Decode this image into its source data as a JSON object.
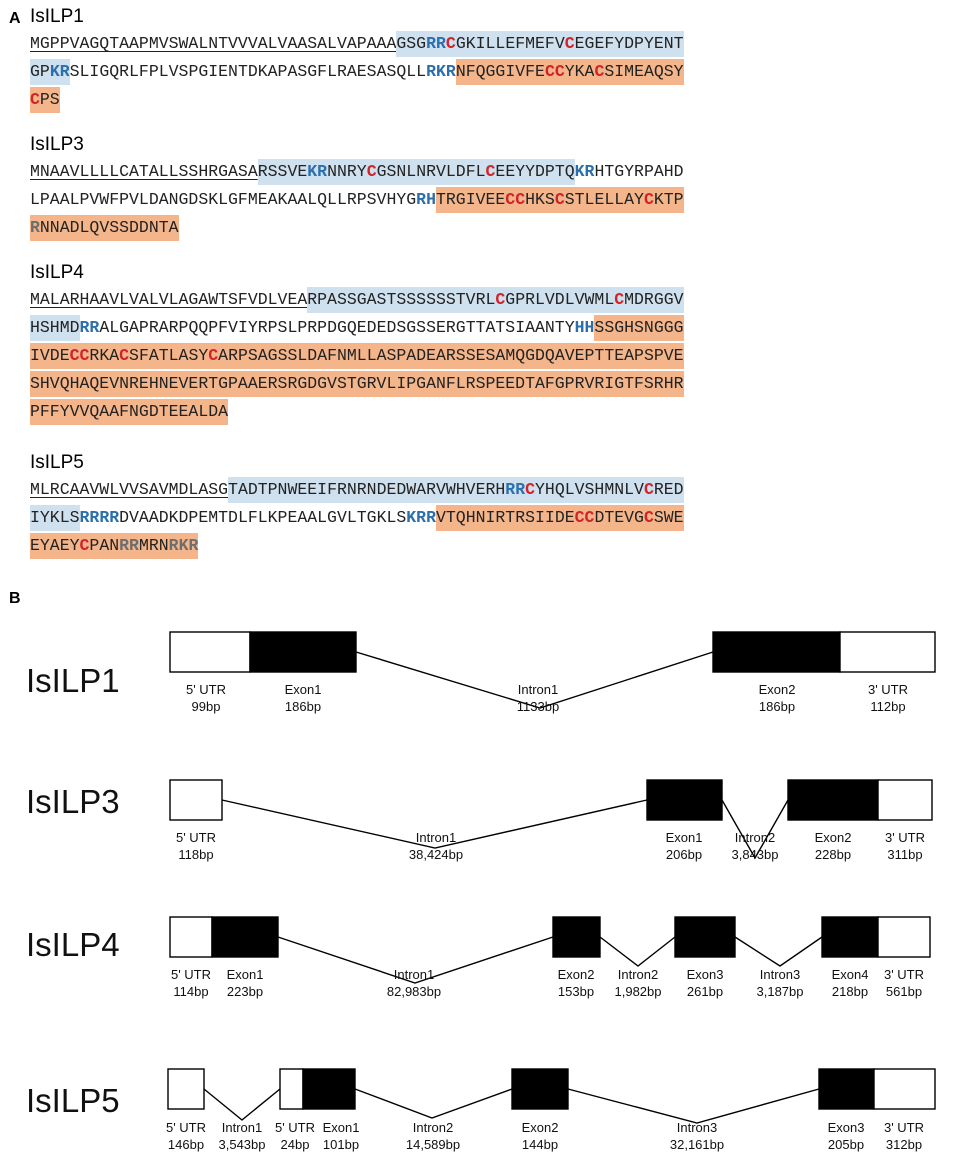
{
  "figure": {
    "panel_a_letter": "A",
    "panel_b_letter": "B"
  },
  "sequences": [
    {
      "name": "IsILP1",
      "lines": [
        [
          {
            "t": "MGPPVAGQTAAPMVSWALNTVVVALVAASALVAPAAA",
            "r": "sig"
          },
          {
            "t": "GSG",
            "r": "chainB"
          },
          {
            "t": "RR",
            "r": "chainB",
            "c": "bas"
          },
          {
            "t": "C",
            "r": "chainB",
            "c": "cys"
          },
          {
            "t": "GKILLEFMEFV",
            "r": "chainB"
          },
          {
            "t": "C",
            "r": "chainB",
            "c": "cys"
          },
          {
            "t": "EGEFYDPYENT",
            "r": "chainB"
          }
        ],
        [
          {
            "t": "GP",
            "r": "chainB"
          },
          {
            "t": "KR",
            "r": "chainB",
            "c": "bas"
          },
          {
            "t": "SLIGQRLFPLVSPGIENTDKAPASGFLRAESASQLL",
            "r": "link"
          },
          {
            "t": "RKR",
            "r": "link",
            "c": "bas"
          },
          {
            "t": "NFQGGIVFE",
            "r": "chainA"
          },
          {
            "t": "CC",
            "r": "chainA",
            "c": "cys"
          },
          {
            "t": "YKA",
            "r": "chainA"
          },
          {
            "t": "C",
            "r": "chainA",
            "c": "cys"
          },
          {
            "t": "SIMEAQSY",
            "r": "chainA"
          }
        ],
        [
          {
            "t": "C",
            "r": "chainA",
            "c": "cys"
          },
          {
            "t": "PS",
            "r": "chainA"
          }
        ]
      ]
    },
    {
      "name": "IsILP3",
      "lines": [
        [
          {
            "t": "MNAAVLLLLCATALLSSHRGASA",
            "r": "sig"
          },
          {
            "t": "RSSVE",
            "r": "chainB"
          },
          {
            "t": "KR",
            "r": "chainB",
            "c": "bas"
          },
          {
            "t": "NNRY",
            "r": "chainB"
          },
          {
            "t": "C",
            "r": "chainB",
            "c": "cys"
          },
          {
            "t": "GSNLNRVLDFL",
            "r": "chainB"
          },
          {
            "t": "C",
            "r": "chainB",
            "c": "cys"
          },
          {
            "t": "EEYYDPTQ",
            "r": "chainB"
          },
          {
            "t": "KR",
            "r": "link",
            "c": "bas"
          },
          {
            "t": "HTGYRPAHD",
            "r": "link"
          }
        ],
        [
          {
            "t": "LPAALPVWFPVLDANGDSKLGFMEAKAALQLLRPSVHYG",
            "r": "link"
          },
          {
            "t": "RH",
            "r": "link",
            "c": "bas"
          },
          {
            "t": "TRGIVEE",
            "r": "chainA"
          },
          {
            "t": "CC",
            "r": "chainA",
            "c": "cys"
          },
          {
            "t": "HKS",
            "r": "chainA"
          },
          {
            "t": "C",
            "r": "chainA",
            "c": "cys"
          },
          {
            "t": "STLELLAY",
            "r": "chainA"
          },
          {
            "t": "C",
            "r": "chainA",
            "c": "cys"
          },
          {
            "t": "KTP",
            "r": "chainA"
          }
        ],
        [
          {
            "t": "R",
            "r": "chainA",
            "c": "gry"
          },
          {
            "t": "NNADLQVSSDDNTA",
            "r": "chainA"
          }
        ]
      ]
    },
    {
      "name": "IsILP4",
      "lines": [
        [
          {
            "t": "MALARHAAVLVALVLAGAWTSFVDLVEA",
            "r": "sig"
          },
          {
            "t": "RPASSGASTSSSSSSTVRL",
            "r": "chainB"
          },
          {
            "t": "C",
            "r": "chainB",
            "c": "cys"
          },
          {
            "t": "GPRLVDLVWML",
            "r": "chainB"
          },
          {
            "t": "C",
            "r": "chainB",
            "c": "cys"
          },
          {
            "t": "MDRGGV",
            "r": "chainB"
          }
        ],
        [
          {
            "t": "HSHMD",
            "r": "chainB"
          },
          {
            "t": "RR",
            "r": "link",
            "c": "bas"
          },
          {
            "t": "ALGAPRARPQQPFVIYRPSLPRPDGQEDEDSGSSERGTTATSIAANTY",
            "r": "link"
          },
          {
            "t": "HH",
            "r": "link",
            "c": "bas"
          },
          {
            "t": "SSGHSNGGG",
            "r": "chainA"
          }
        ],
        [
          {
            "t": "IVDE",
            "r": "chainA"
          },
          {
            "t": "CC",
            "r": "chainA",
            "c": "cys"
          },
          {
            "t": "RKA",
            "r": "chainA"
          },
          {
            "t": "C",
            "r": "chainA",
            "c": "cys"
          },
          {
            "t": "SFATLASY",
            "r": "chainA"
          },
          {
            "t": "C",
            "r": "chainA",
            "c": "cys"
          },
          {
            "t": "ARPSAGSSLDAFNMLLASPADEARSSESAMQGDQAVEPTTEAPSPVE",
            "r": "chainA"
          }
        ],
        [
          {
            "t": "SHVQHAQEVNREHNEVERTGPAAERSRGDGVSTGRVLIPGANFLRSPEEDTAFGPRVRIGTFSRHR",
            "r": "chainA"
          }
        ],
        [
          {
            "t": "PFFYVVQAAFNGDTEEALDA",
            "r": "chainA"
          }
        ]
      ]
    },
    {
      "name": "IsILP5",
      "lines": [
        [
          {
            "t": "MLRCAAVWLVVSAVMDLASG",
            "r": "sig"
          },
          {
            "t": "TADTPNWEEIFRNRNDEDWARVWHVERH",
            "r": "chainB"
          },
          {
            "t": "RR",
            "r": "chainB",
            "c": "bas"
          },
          {
            "t": "C",
            "r": "chainB",
            "c": "cys"
          },
          {
            "t": "YHQLVSHMNLV",
            "r": "chainB"
          },
          {
            "t": "C",
            "r": "chainB",
            "c": "cys"
          },
          {
            "t": "RED",
            "r": "chainB"
          }
        ],
        [
          {
            "t": "IYKLS",
            "r": "chainB"
          },
          {
            "t": "RRRR",
            "r": "link",
            "c": "bas"
          },
          {
            "t": "DVAADKDPEMTDLFLKPEAALGVLTGKLS",
            "r": "link"
          },
          {
            "t": "KRR",
            "r": "link",
            "c": "bas"
          },
          {
            "t": "VTQHNIRTRSIIDE",
            "r": "chainA"
          },
          {
            "t": "CC",
            "r": "chainA",
            "c": "cys"
          },
          {
            "t": "DTEVG",
            "r": "chainA"
          },
          {
            "t": "C",
            "r": "chainA",
            "c": "cys"
          },
          {
            "t": "SWE",
            "r": "chainA"
          }
        ],
        [
          {
            "t": "EYAEY",
            "r": "chainA"
          },
          {
            "t": "C",
            "r": "chainA",
            "c": "cys"
          },
          {
            "t": "PAN",
            "r": "chainA"
          },
          {
            "t": "RR",
            "r": "chainA",
            "c": "gry"
          },
          {
            "t": "MRN",
            "r": "chainA"
          },
          {
            "t": "RKR",
            "r": "chainA",
            "c": "gry"
          }
        ]
      ]
    }
  ],
  "genes": [
    {
      "name": "IsILP1",
      "labels": [
        {
          "name": "5' UTR",
          "size": "99bp"
        },
        {
          "name": "Exon1",
          "size": "186bp"
        },
        {
          "name": "Intron1",
          "size": "1133bp"
        },
        {
          "name": "Exon2",
          "size": "186bp"
        },
        {
          "name": "3' UTR",
          "size": "112bp"
        }
      ]
    },
    {
      "name": "IsILP3",
      "labels": [
        {
          "name": "5' UTR",
          "size": "118bp"
        },
        {
          "name": "Intron1",
          "size": "38,424bp"
        },
        {
          "name": "Exon1",
          "size": "206bp"
        },
        {
          "name": "Intron2",
          "size": "3,843bp"
        },
        {
          "name": "Exon2",
          "size": "228bp"
        },
        {
          "name": "3' UTR",
          "size": "311bp"
        }
      ]
    },
    {
      "name": "IsILP4",
      "labels": [
        {
          "name": "5' UTR",
          "size": "114bp"
        },
        {
          "name": "Exon1",
          "size": "223bp"
        },
        {
          "name": "Intron1",
          "size": "82,983bp"
        },
        {
          "name": "Exon2",
          "size": "153bp"
        },
        {
          "name": "Intron2",
          "size": "1,982bp"
        },
        {
          "name": "Exon3",
          "size": "261bp"
        },
        {
          "name": "Intron3",
          "size": "3,187bp"
        },
        {
          "name": "Exon4",
          "size": "218bp"
        },
        {
          "name": "3' UTR",
          "size": "561bp"
        }
      ]
    },
    {
      "name": "IsILP5",
      "labels": [
        {
          "name": "5' UTR",
          "size": "146bp"
        },
        {
          "name": "Intron1",
          "size": "3,543bp"
        },
        {
          "name": "5' UTR",
          "size": "24bp"
        },
        {
          "name": "Exon1",
          "size": "101bp"
        },
        {
          "name": "Intron2",
          "size": "14,589bp"
        },
        {
          "name": "Exon2",
          "size": "144bp"
        },
        {
          "name": "Intron3",
          "size": "32,161bp"
        },
        {
          "name": "Exon3",
          "size": "205bp"
        },
        {
          "name": "3' UTR",
          "size": "312bp"
        }
      ]
    }
  ]
}
